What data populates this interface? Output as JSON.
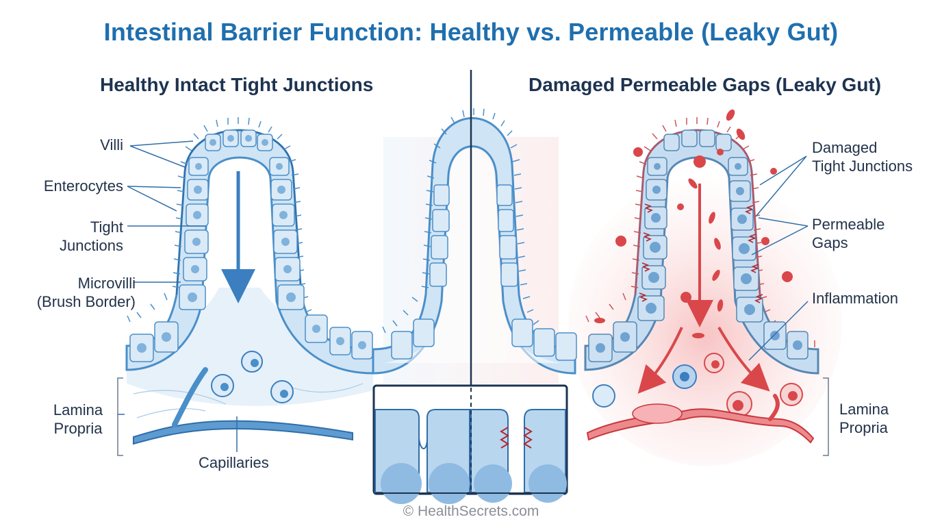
{
  "title": "Intestinal Barrier Function: Healthy vs. Permeable (Leaky Gut)",
  "panels": {
    "left_title": "Healthy Intact Tight Junctions",
    "right_title": "Damaged Permeable Gaps (Leaky Gut)"
  },
  "labels_left": {
    "villi": "Villi",
    "enterocytes": "Enterocytes",
    "tight_junctions_1": "Tight",
    "tight_junctions_2": "Junctions",
    "microvilli_1": "Microvilli",
    "microvilli_2": "(Brush Border)",
    "lamina_1": "Lamina",
    "lamina_2": "Propria",
    "capillaries": "Capillaries"
  },
  "labels_right": {
    "damaged_1": "Damaged",
    "damaged_2": "Tight Junctions",
    "permeable_1": "Permeable",
    "permeable_2": "Gaps",
    "inflammation": "Inflammation",
    "lamina_1": "Lamina",
    "lamina_2": "Propria"
  },
  "footer": "© HealthSecrets.com",
  "colors": {
    "title": "#1f6fae",
    "healthy_blue": "#4a8fc9",
    "cell_fill": "#cfe4f5",
    "damaged_red": "#d9474b",
    "inflamed_bg": "#fbe3e3",
    "divider": "#1d3350"
  }
}
